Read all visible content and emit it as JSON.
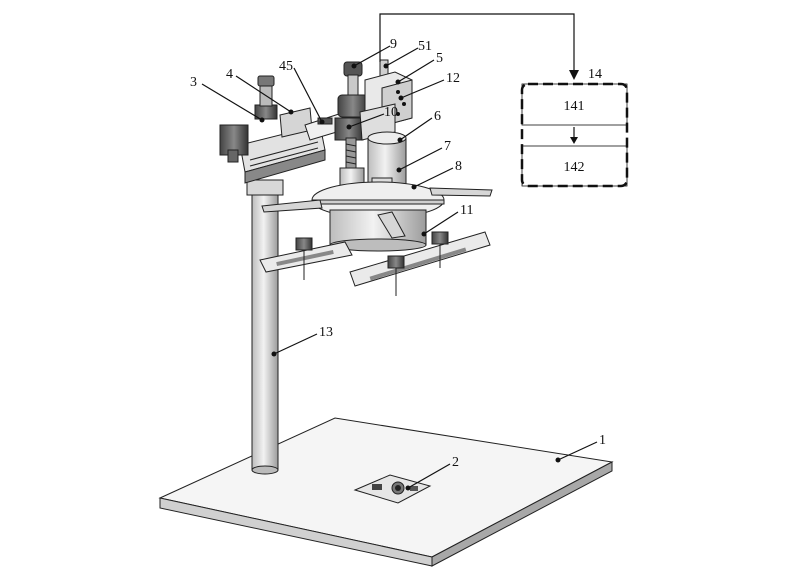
{
  "labels": {
    "l1": "1",
    "l2": "2",
    "l3": "3",
    "l4": "4",
    "l45": "45",
    "l5": "5",
    "l51": "51",
    "l6": "6",
    "l7": "7",
    "l8": "8",
    "l9": "9",
    "l10": "10",
    "l11": "11",
    "l12": "12",
    "l13": "13",
    "l14": "14"
  },
  "control_box": {
    "block_top": "141",
    "block_bottom": "142"
  },
  "colors": {
    "line": "#111111",
    "metal_dark": "#5a5a5a",
    "metal_mid": "#9a9a9a",
    "metal_light": "#dcdcdc",
    "plate": "#f4f4f4"
  }
}
